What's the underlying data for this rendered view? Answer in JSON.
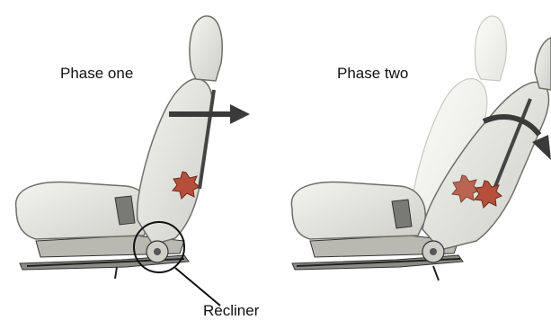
{
  "labels": {
    "phase_one": "Phase one",
    "phase_two": "Phase two",
    "recliner": "Recliner"
  },
  "colors": {
    "seat_fill": "#e6e6e0",
    "seat_stroke": "#6f6f6a",
    "gear": "#b64f3a",
    "arrow": "#3a3a3a",
    "ghost": "#f0f0ec"
  },
  "icons": {
    "arrow_phase_one": "arrow-right-icon",
    "arrow_phase_two": "curved-arrow-icon",
    "gear": "gear-icon",
    "callout": "circle-callout-icon"
  }
}
